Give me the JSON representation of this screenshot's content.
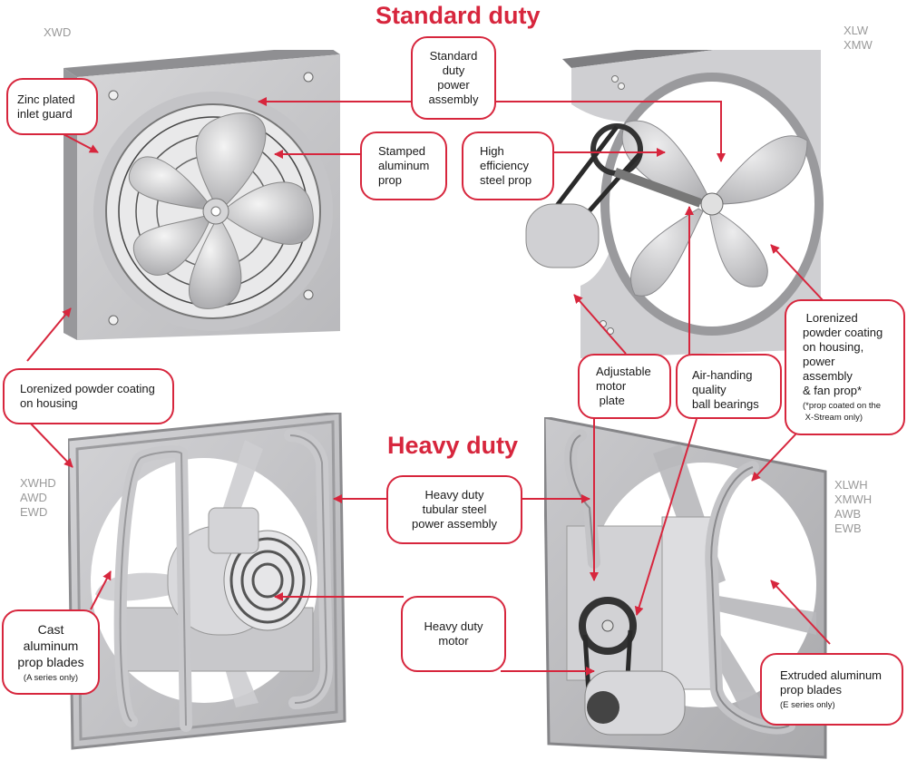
{
  "titles": {
    "standard": "Standard duty",
    "heavy": "Heavy duty"
  },
  "models": {
    "top_left": [
      "XWD"
    ],
    "top_right": [
      "XLW",
      "XMW"
    ],
    "bottom_left": [
      "XWHD",
      "AWD",
      "EWD"
    ],
    "bottom_right": [
      "XLWH",
      "XMWH",
      "AWB",
      "EWB"
    ]
  },
  "callouts": {
    "zinc_guard": {
      "lines": [
        "Zinc plated",
        "inlet guard"
      ]
    },
    "std_power": {
      "lines": [
        "Standard",
        "duty",
        "power",
        "assembly"
      ]
    },
    "stamped_prop": {
      "lines": [
        "Stamped",
        "aluminum",
        "prop"
      ]
    },
    "steel_prop": {
      "lines": [
        "High",
        "efficiency",
        "steel prop"
      ]
    },
    "lorenized_housing": {
      "lines": [
        "Lorenized powder coating",
        "on housing"
      ]
    },
    "motor_plate": {
      "lines": [
        "Adjustable",
        "motor",
        " plate"
      ]
    },
    "bearings": {
      "lines": [
        "Air-handing",
        "quality",
        "ball bearings"
      ]
    },
    "lorenized_full": {
      "lines": [
        " Lorenized",
        "powder coating",
        "on housing,",
        "power",
        "assembly",
        "& fan prop*"
      ],
      "note": [
        "(*prop coated on the",
        " X-Stream only)"
      ]
    },
    "tubular": {
      "lines": [
        "Heavy duty",
        "tubular steel",
        "power assembly"
      ]
    },
    "cast_blades": {
      "lines": [
        "Cast",
        "aluminum",
        "prop blades"
      ],
      "note": [
        "(A series only)"
      ]
    },
    "hd_motor": {
      "lines": [
        "Heavy duty",
        "motor"
      ]
    },
    "extruded": {
      "lines": [
        "Extruded aluminum",
        "prop blades"
      ],
      "note": [
        "(E series only)"
      ]
    }
  },
  "colors": {
    "accent": "#d7263d",
    "model_text": "#9a9a9a",
    "body_text": "#1a1a1a"
  }
}
